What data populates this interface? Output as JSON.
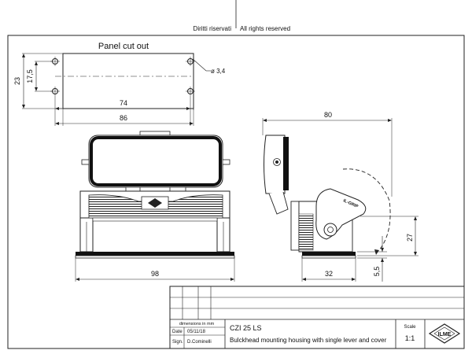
{
  "header": {
    "rights_it": "Diritti riservati",
    "rights_en": "All rights reserved"
  },
  "panel_cutout": {
    "title": "Panel cut out",
    "dim_height_outer": "23",
    "dim_height_inner": "17,5",
    "dim_hole_diameter": "ø 3,4",
    "dim_width_inner": "74",
    "dim_width_outer": "86"
  },
  "front_view": {
    "dim_base_width": "98"
  },
  "side_view": {
    "dim_overall_width": "80",
    "dim_height": "27",
    "dim_base_width": "32",
    "dim_thickness": "5,5",
    "lever_marking": "IL-GRIP"
  },
  "title_block": {
    "dimensions_note": "dimensions in mm",
    "date_label": "Date",
    "date_value": "05/11/18",
    "sign_label": "Sign.",
    "sign_value": "D.Cominelli",
    "code": "CZI 25 LS",
    "description": "Bulckhead mounting housing with single lever and cover",
    "scale_label": "Scale",
    "scale_value": "1:1",
    "logo_text": "ILME"
  }
}
